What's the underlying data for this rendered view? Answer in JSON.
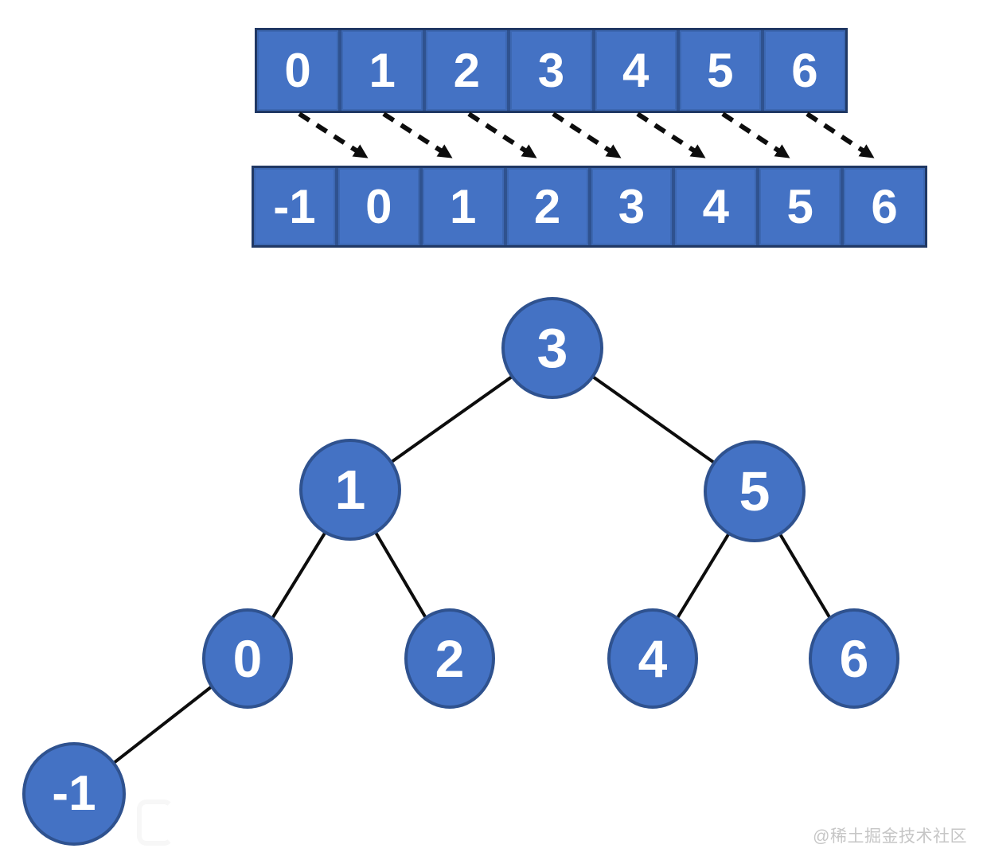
{
  "top_array": {
    "cells": [
      "0",
      "1",
      "2",
      "3",
      "4",
      "5",
      "6"
    ]
  },
  "bottom_array": {
    "cells": [
      "-1",
      "0",
      "1",
      "2",
      "3",
      "4",
      "5",
      "6"
    ]
  },
  "mapping_arrows": {
    "count": 7,
    "pairs_top_index_to_bottom_index": [
      [
        0,
        1
      ],
      [
        1,
        2
      ],
      [
        2,
        3
      ],
      [
        3,
        4
      ],
      [
        4,
        5
      ],
      [
        5,
        6
      ],
      [
        6,
        7
      ]
    ]
  },
  "tree": {
    "root": "3",
    "nodes": [
      {
        "label": "3"
      },
      {
        "label": "1"
      },
      {
        "label": "5"
      },
      {
        "label": "0"
      },
      {
        "label": "2"
      },
      {
        "label": "4"
      },
      {
        "label": "6"
      },
      {
        "label": "-1"
      }
    ],
    "edges": [
      [
        "3",
        "1"
      ],
      [
        "3",
        "5"
      ],
      [
        "1",
        "0"
      ],
      [
        "1",
        "2"
      ],
      [
        "5",
        "4"
      ],
      [
        "5",
        "6"
      ],
      [
        "0",
        "-1"
      ]
    ]
  },
  "watermark": {
    "text": "@稀土掘金技术社区"
  },
  "colors": {
    "cell_fill": "#4472C4",
    "cell_border": "#2F528F",
    "cell_text": "#ffffff",
    "array_outline": "#203864",
    "node_fill": "#4472C4",
    "node_border": "#2F528F",
    "node_text": "#ffffff",
    "edge_color": "#0d0d0d",
    "watermark_color": "#c6c6c6"
  }
}
